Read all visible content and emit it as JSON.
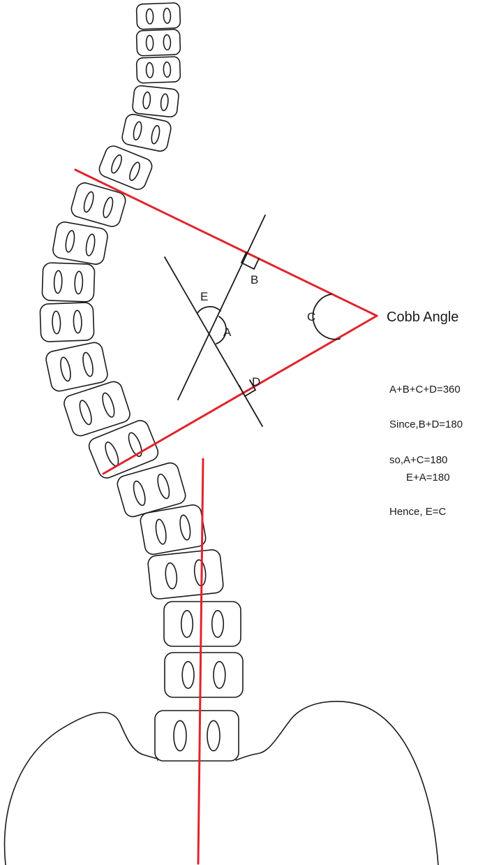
{
  "labels": {
    "b": "B",
    "e": "E",
    "a": "A",
    "c": "C",
    "d": "D",
    "cobb_angle": "Cobb Angle"
  },
  "equations": [
    "A+B+C+D=360",
    "Since,B+D=180",
    "so,A+C=180",
    "E+A=180",
    "Hence, E=C"
  ],
  "colors": {
    "cobb_lines": "#e0242c",
    "outline": "#1a1a1a",
    "background": "#ffffff"
  }
}
